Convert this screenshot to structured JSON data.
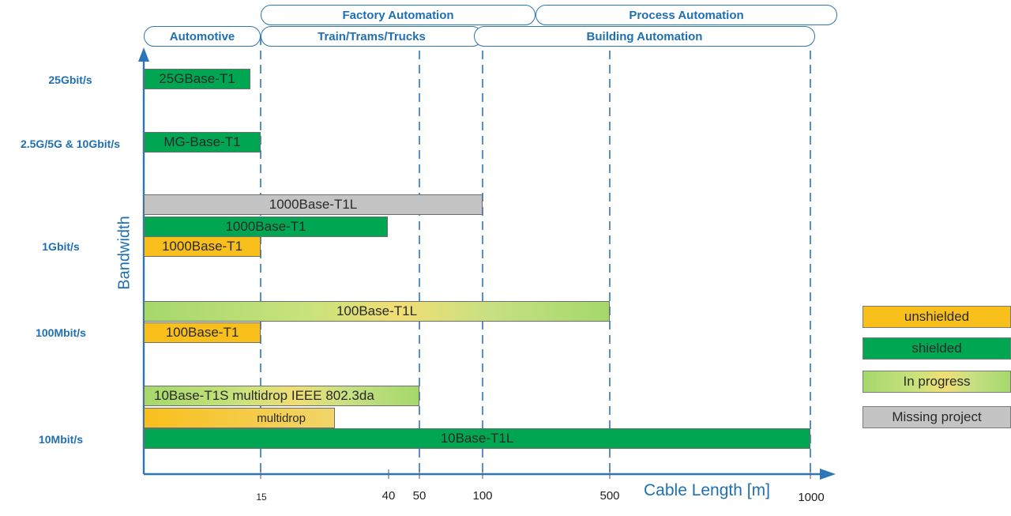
{
  "applications_top": [
    {
      "label": "Factory Automation"
    },
    {
      "label": "Process Automation"
    }
  ],
  "applications_bottom": [
    {
      "label": "Automotive"
    },
    {
      "label": "Train/Trams/Trucks"
    },
    {
      "label": "Building Automation"
    }
  ],
  "y_axis": {
    "title": "Bandwidth",
    "levels": [
      "25Gbit/s",
      "2.5G/5G & 10Gbit/s",
      "1Gbit/s",
      "100Mbit/s",
      "10Mbit/s"
    ]
  },
  "x_axis": {
    "title": "Cable Length [m]",
    "ticks": [
      "15",
      "40",
      "50",
      "100",
      "500",
      "1000"
    ]
  },
  "standards": [
    {
      "label": "25GBase-T1",
      "status": "shielded",
      "max_length_m": 15
    },
    {
      "label": "MG-Base-T1",
      "status": "shielded",
      "max_length_m": 15
    },
    {
      "label": "1000Base-T1L",
      "status": "missing",
      "max_length_m": 100
    },
    {
      "label": "1000Base-T1",
      "status": "shielded",
      "max_length_m": 40
    },
    {
      "label": "1000Base-T1",
      "status": "unshielded",
      "max_length_m": 15
    },
    {
      "label": "100Base-T1L",
      "status": "in_progress",
      "max_length_m": 500
    },
    {
      "label": "100Base-T1",
      "status": "unshielded",
      "max_length_m": 15
    },
    {
      "label": "10Base-T1S multidrop IEEE 802.3da",
      "status": "in_progress",
      "max_length_m": 50
    },
    {
      "label": "multidrop",
      "status": "unshielded",
      "max_length_m": 25
    },
    {
      "label": "10Base-T1L",
      "status": "shielded",
      "max_length_m": 1000
    }
  ],
  "legend": [
    {
      "label": "unshielded",
      "color": "#f9c01c"
    },
    {
      "label": "shielded",
      "color": "#00a651"
    },
    {
      "label": "In progress",
      "color": "#b6dc75"
    },
    {
      "label": "Missing project",
      "color": "#c4c4c4"
    }
  ],
  "colors": {
    "axis": "#1f6fb2",
    "shielded": "#00a651",
    "unshielded": "#f9c01c",
    "missing": "#c4c4c4"
  }
}
